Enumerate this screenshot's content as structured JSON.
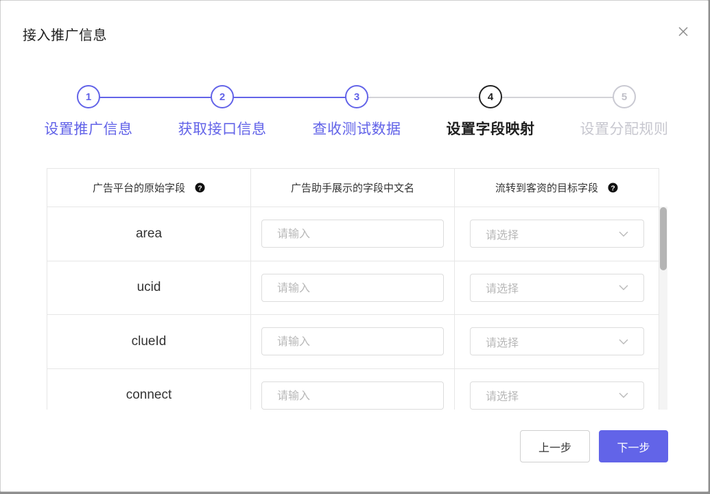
{
  "dialog": {
    "title": "接入推广信息"
  },
  "steps": [
    {
      "number": "1",
      "label": "设置推广信息",
      "state": "done"
    },
    {
      "number": "2",
      "label": "获取接口信息",
      "state": "done"
    },
    {
      "number": "3",
      "label": "查收测试数据",
      "state": "done"
    },
    {
      "number": "4",
      "label": "设置字段映射",
      "state": "current"
    },
    {
      "number": "5",
      "label": "设置分配规则",
      "state": "pending"
    }
  ],
  "table": {
    "headers": [
      "广告平台的原始字段",
      "广告助手展示的字段中文名",
      "流转到客资的目标字段"
    ],
    "input_placeholder": "请输入",
    "select_placeholder": "请选择",
    "rows": [
      {
        "field": "area"
      },
      {
        "field": "ucid"
      },
      {
        "field": "clueId"
      },
      {
        "field": "connect"
      }
    ]
  },
  "footer": {
    "prev_label": "上一步",
    "next_label": "下一步"
  },
  "colors": {
    "accent": "#6264e8",
    "current_step": "#222222",
    "pending_step": "#c7c7cf"
  },
  "icons": {
    "close": "close-icon",
    "help": "question-circle-icon",
    "dropdown": "chevron-down-icon"
  }
}
